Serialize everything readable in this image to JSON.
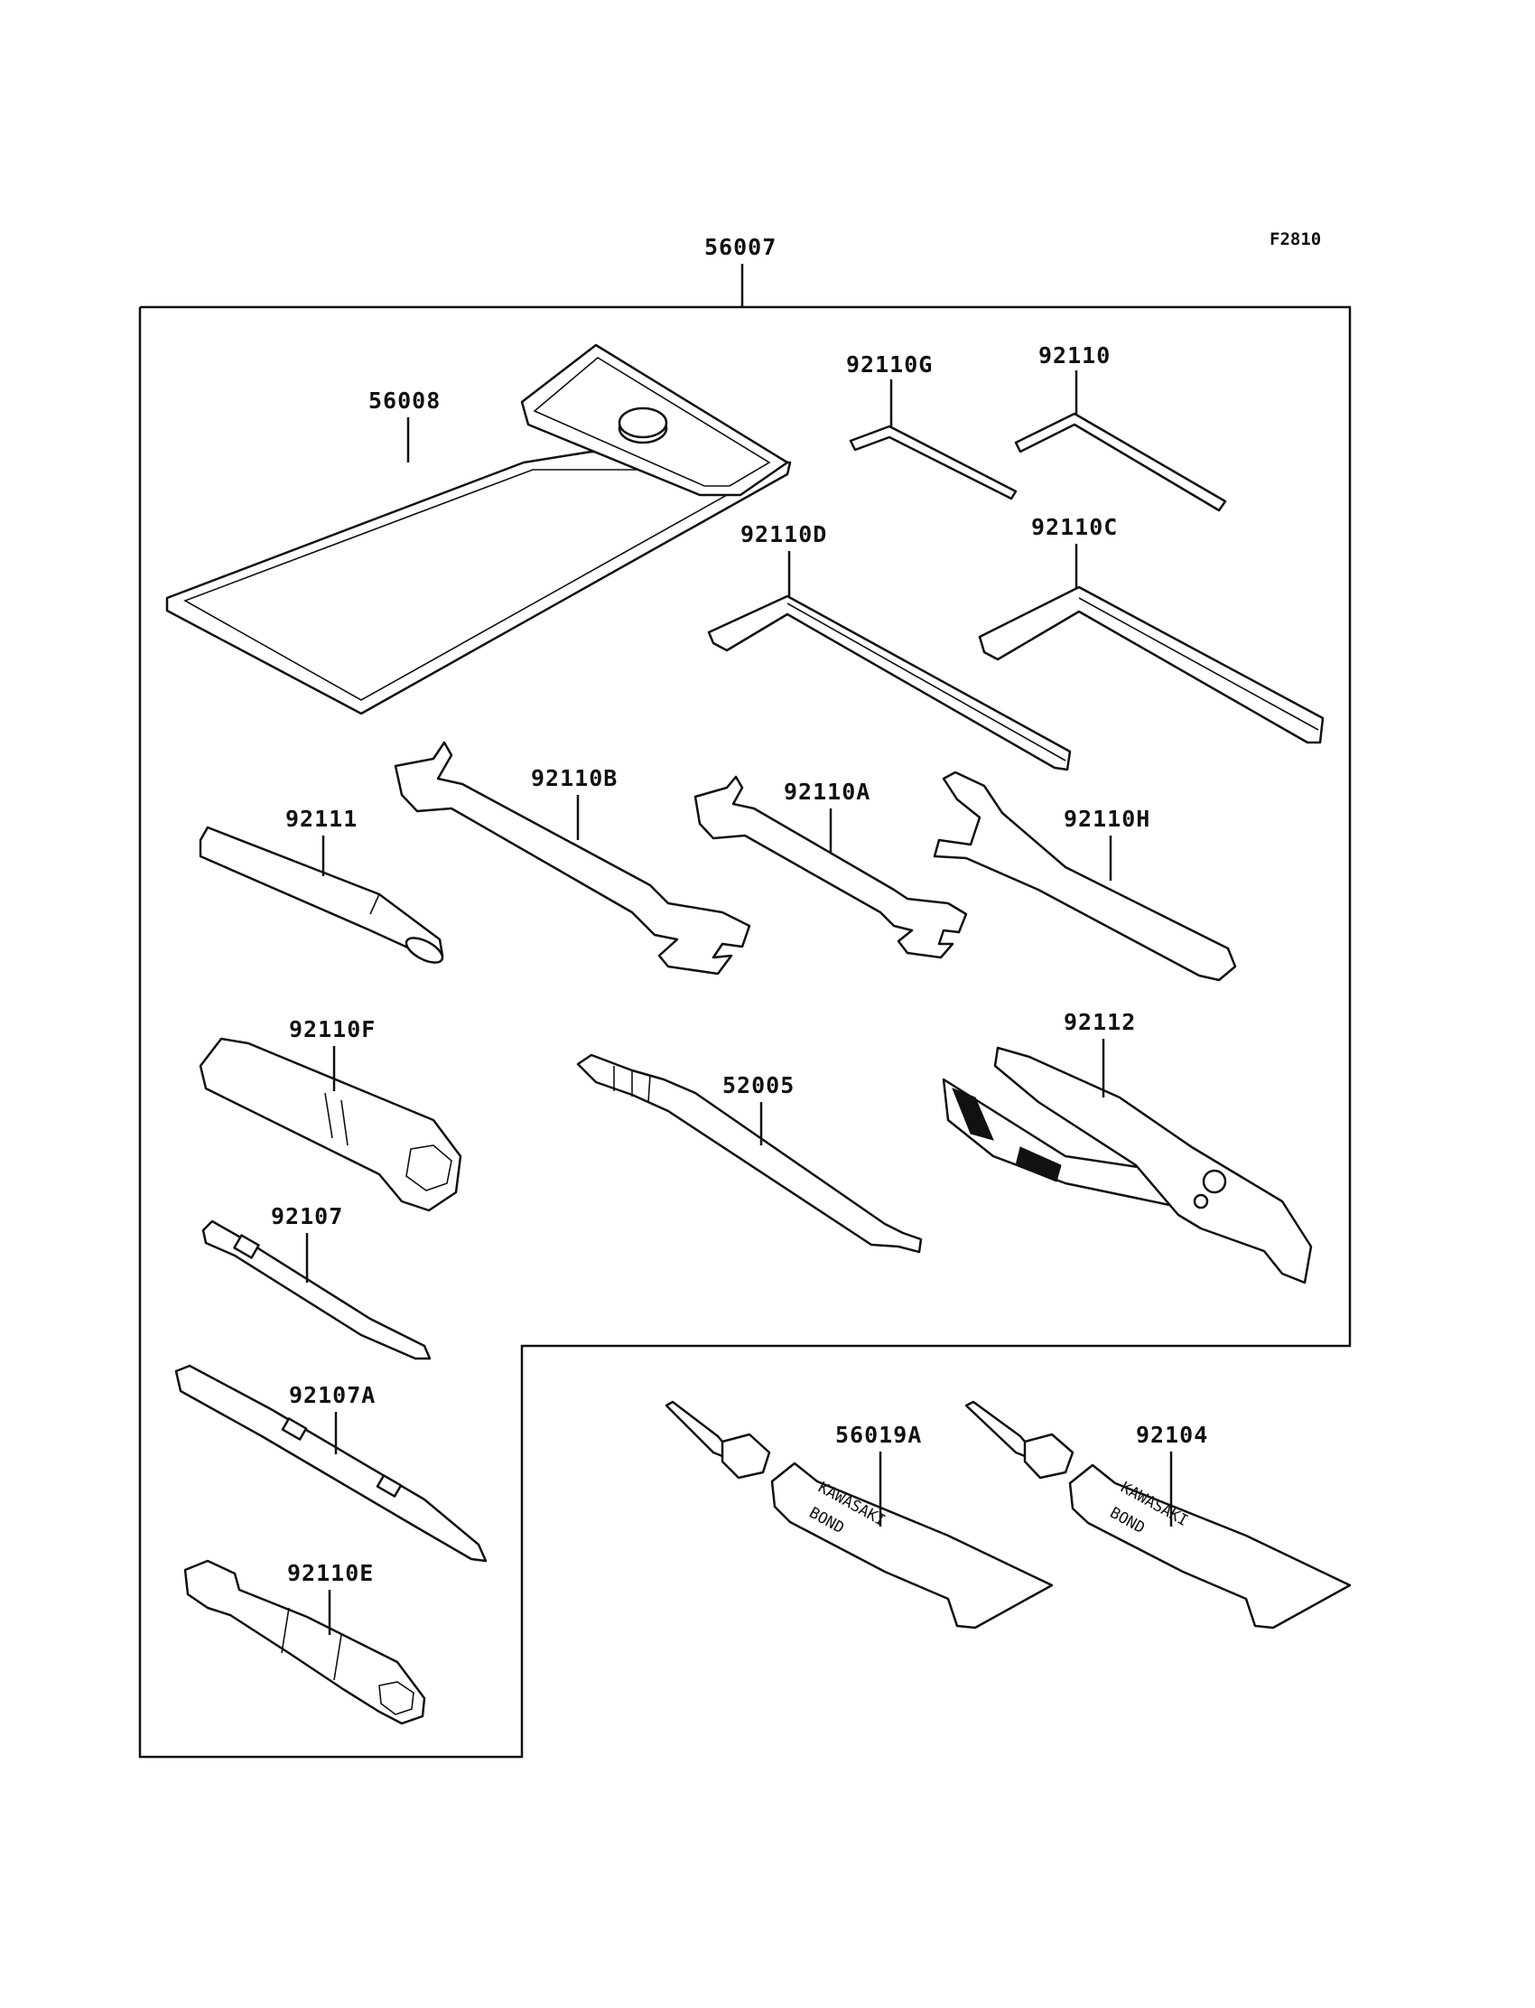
{
  "figure_code": "F2810",
  "assembly": {
    "label": "56007"
  },
  "parts": [
    {
      "id": "bag",
      "label": "56008"
    },
    {
      "id": "hex-g",
      "label": "92110G"
    },
    {
      "id": "hex",
      "label": "92110"
    },
    {
      "id": "hex-d",
      "label": "92110D"
    },
    {
      "id": "hex-c",
      "label": "92110C"
    },
    {
      "id": "extension",
      "label": "92111"
    },
    {
      "id": "wrench-b",
      "label": "92110B"
    },
    {
      "id": "wrench-a",
      "label": "92110A"
    },
    {
      "id": "wrench-h",
      "label": "92110H"
    },
    {
      "id": "box-wrench-f",
      "label": "92110F"
    },
    {
      "id": "gauge",
      "label": "52005"
    },
    {
      "id": "pliers",
      "label": "92112"
    },
    {
      "id": "driver",
      "label": "92107"
    },
    {
      "id": "driver-a",
      "label": "92107A"
    },
    {
      "id": "box-wrench-e",
      "label": "92110E"
    },
    {
      "id": "bond-a",
      "label": "56019A"
    },
    {
      "id": "bond",
      "label": "92104"
    }
  ],
  "tube_text": {
    "brand": "KAWASAKI",
    "product": "BOND"
  }
}
